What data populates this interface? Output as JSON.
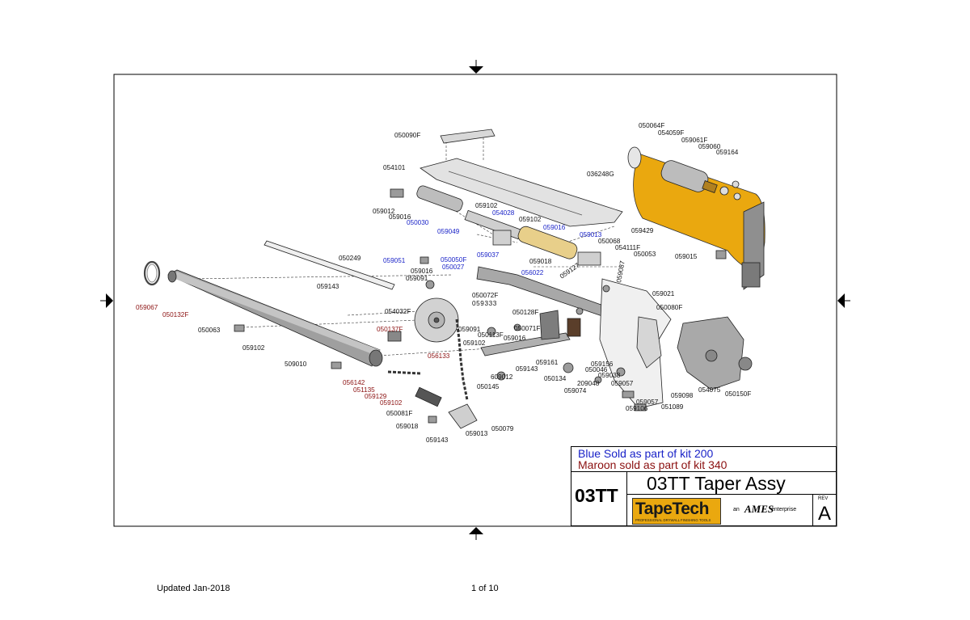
{
  "title_block": {
    "note_blue": "Blue Sold as part of kit 200",
    "note_maroon": "Maroon sold as part of kit 340",
    "drawing_id": "03TT",
    "title": "03TT Taper Assy",
    "rev_label": "REV",
    "rev": "A",
    "logo_text": "TapeTech",
    "logo_tagline": "PROFESSIONAL DRYWALL FINISHING TOOLS",
    "logo_an": "an",
    "logo_brand": "AMES",
    "logo_enterprise": "enterprise"
  },
  "footer": {
    "updated": "Updated Jan-2018",
    "page": "1 of 10"
  },
  "colors": {
    "blue": "#1a23c8",
    "maroon": "#8b1010",
    "housing": "#eaa80f",
    "part_gray": "#b8b8b8"
  },
  "part_labels": [
    {
      "id": "p1",
      "text": "050090F",
      "color": "black"
    },
    {
      "id": "p2",
      "text": "054101",
      "color": "black"
    },
    {
      "id": "p3",
      "text": "059012",
      "color": "black"
    },
    {
      "id": "p4",
      "text": "059016",
      "color": "black"
    },
    {
      "id": "p5",
      "text": "050030",
      "color": "blue"
    },
    {
      "id": "p6",
      "text": "059102",
      "color": "black"
    },
    {
      "id": "p7",
      "text": "054028",
      "color": "blue"
    },
    {
      "id": "p8",
      "text": "059102",
      "color": "black"
    },
    {
      "id": "p9",
      "text": "059016",
      "color": "blue"
    },
    {
      "id": "p10",
      "text": "059049",
      "color": "blue"
    },
    {
      "id": "p11",
      "text": "059013",
      "color": "blue"
    },
    {
      "id": "p12",
      "text": "059429",
      "color": "black"
    },
    {
      "id": "p13",
      "text": "050068",
      "color": "black"
    },
    {
      "id": "p14",
      "text": "054111F",
      "color": "black"
    },
    {
      "id": "p15",
      "text": "050053",
      "color": "black"
    },
    {
      "id": "p16",
      "text": "059037",
      "color": "blue"
    },
    {
      "id": "p17",
      "text": "059018",
      "color": "black"
    },
    {
      "id": "p18",
      "text": "050050F",
      "color": "blue"
    },
    {
      "id": "p19",
      "text": "050027",
      "color": "blue"
    },
    {
      "id": "p20",
      "text": "056022",
      "color": "blue"
    },
    {
      "id": "p21",
      "text": "059127",
      "color": "black"
    },
    {
      "id": "p22",
      "text": "059087",
      "color": "black"
    },
    {
      "id": "p23",
      "text": "059051",
      "color": "blue"
    },
    {
      "id": "p24",
      "text": "050249",
      "color": "black"
    },
    {
      "id": "p25",
      "text": "059016",
      "color": "black"
    },
    {
      "id": "p26",
      "text": "059091",
      "color": "black"
    },
    {
      "id": "p27",
      "text": "059143",
      "color": "black"
    },
    {
      "id": "p28",
      "text": "050072F",
      "color": "black"
    },
    {
      "id": "p29",
      "text": "059333",
      "color": "black"
    },
    {
      "id": "p30",
      "text": "054032F",
      "color": "black"
    },
    {
      "id": "p31",
      "text": "050128F",
      "color": "black"
    },
    {
      "id": "p32",
      "text": "059021",
      "color": "black"
    },
    {
      "id": "p33",
      "text": "050080F",
      "color": "black"
    },
    {
      "id": "p34",
      "text": "059067",
      "color": "maroon"
    },
    {
      "id": "p35",
      "text": "050132F",
      "color": "maroon"
    },
    {
      "id": "p36",
      "text": "050063",
      "color": "black"
    },
    {
      "id": "p37",
      "text": "059102",
      "color": "black"
    },
    {
      "id": "p38",
      "text": "050137F",
      "color": "maroon"
    },
    {
      "id": "p39",
      "text": "059091",
      "color": "black"
    },
    {
      "id": "p40",
      "text": "050113F",
      "color": "black"
    },
    {
      "id": "p41",
      "text": "059016",
      "color": "black"
    },
    {
      "id": "p42",
      "text": "050071F",
      "color": "black"
    },
    {
      "id": "p43",
      "text": "059102",
      "color": "black"
    },
    {
      "id": "p44",
      "text": "056133",
      "color": "maroon"
    },
    {
      "id": "p45",
      "text": "509010",
      "color": "black"
    },
    {
      "id": "p46",
      "text": "609012",
      "color": "black"
    },
    {
      "id": "p47",
      "text": "059161",
      "color": "black"
    },
    {
      "id": "p48",
      "text": "059143",
      "color": "black"
    },
    {
      "id": "p49",
      "text": "059156",
      "color": "black"
    },
    {
      "id": "p50",
      "text": "050046",
      "color": "black"
    },
    {
      "id": "p51",
      "text": "059038",
      "color": "black"
    },
    {
      "id": "p52",
      "text": "056142",
      "color": "maroon"
    },
    {
      "id": "p53",
      "text": "051135",
      "color": "maroon"
    },
    {
      "id": "p54",
      "text": "059129",
      "color": "maroon"
    },
    {
      "id": "p55",
      "text": "059102",
      "color": "maroon"
    },
    {
      "id": "p56",
      "text": "050145",
      "color": "black"
    },
    {
      "id": "p57",
      "text": "050134",
      "color": "black"
    },
    {
      "id": "p58",
      "text": "209048",
      "color": "black"
    },
    {
      "id": "p59",
      "text": "059074",
      "color": "black"
    },
    {
      "id": "p60",
      "text": "059057",
      "color": "black"
    },
    {
      "id": "p61",
      "text": "059057",
      "color": "black"
    },
    {
      "id": "p62",
      "text": "059106",
      "color": "black"
    },
    {
      "id": "p63",
      "text": "051089",
      "color": "black"
    },
    {
      "id": "p64",
      "text": "059098",
      "color": "black"
    },
    {
      "id": "p65",
      "text": "054075",
      "color": "black"
    },
    {
      "id": "p66",
      "text": "050150F",
      "color": "black"
    },
    {
      "id": "p67",
      "text": "050081F",
      "color": "black"
    },
    {
      "id": "p68",
      "text": "059018",
      "color": "black"
    },
    {
      "id": "p69",
      "text": "059013",
      "color": "black"
    },
    {
      "id": "p70",
      "text": "050079",
      "color": "black"
    },
    {
      "id": "p71",
      "text": "059143",
      "color": "black"
    },
    {
      "id": "p72",
      "text": "050064F",
      "color": "black"
    },
    {
      "id": "p73",
      "text": "054059F",
      "color": "black"
    },
    {
      "id": "p74",
      "text": "059061F",
      "color": "black"
    },
    {
      "id": "p75",
      "text": "059060",
      "color": "black"
    },
    {
      "id": "p76",
      "text": "059164",
      "color": "black"
    },
    {
      "id": "p77",
      "text": "036248G",
      "color": "black"
    },
    {
      "id": "p78",
      "text": "059015",
      "color": "black"
    }
  ]
}
